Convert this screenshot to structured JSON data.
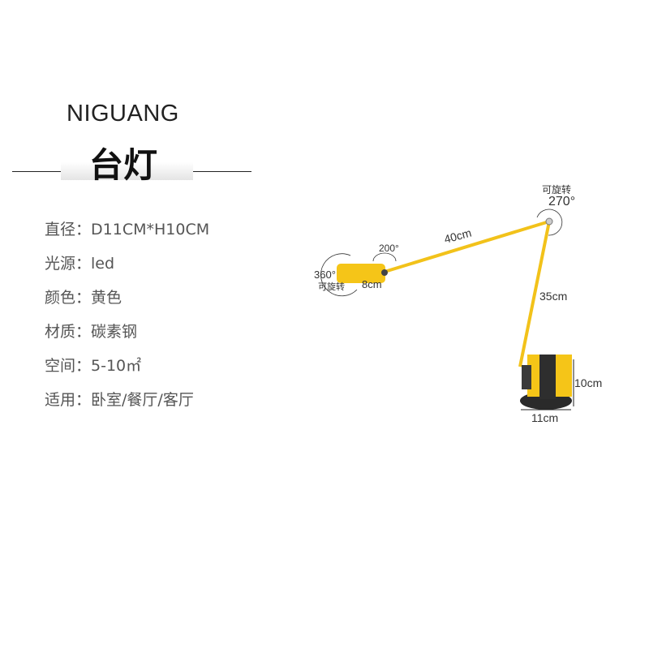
{
  "brand": "NIGUANG",
  "title": "台灯",
  "specs": [
    {
      "label": "直径：",
      "value": "D11CM*H10CM"
    },
    {
      "label": "光源：",
      "value": "led"
    },
    {
      "label": "颜色：",
      "value": "黄色"
    },
    {
      "label": "材质：",
      "value": "碳素钢"
    },
    {
      "label": "空间：",
      "value": "5-10㎡"
    },
    {
      "label": "适用：",
      "value": "卧室/餐厅/客厅"
    }
  ],
  "diagram": {
    "top_rotate_label": "可旋转",
    "top_angle": "270°",
    "head_joint_angle": "200°",
    "upper_arm": "40cm",
    "head_angle": "360°",
    "head_rotate_label": "可旋转",
    "head_length": "8cm",
    "lower_arm": "35cm",
    "base_height": "10cm",
    "base_diameter": "11cm"
  },
  "colors": {
    "lamp": "#f5c518",
    "base": "#2a2a2a"
  }
}
